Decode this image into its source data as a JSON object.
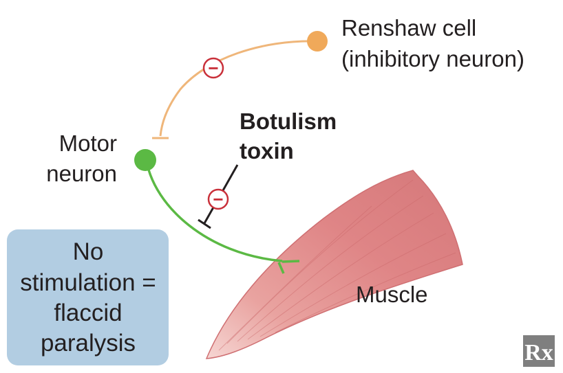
{
  "labels": {
    "renshaw_line1": "Renshaw cell",
    "renshaw_line2": "(inhibitory neuron)",
    "motor_line1": "Motor",
    "motor_line2": "neuron",
    "toxin_line1": "Botulism",
    "toxin_line2": "toxin",
    "muscle": "Muscle",
    "inhibit_symbol": "−"
  },
  "info_box": {
    "line1": "No",
    "line2": "stimulation =",
    "line3": "flaccid",
    "line4": "paralysis"
  },
  "logo": {
    "text": "Rx"
  },
  "colors": {
    "renshaw": "#f0a95a",
    "renshaw_line": "#efb67a",
    "motor": "#5bb944",
    "inhibit": "#c9303a",
    "toxin_line": "#231f20",
    "box_fill": "#b2cde2",
    "logo_bg": "#7f7f7f",
    "muscle": "#e28a8a"
  }
}
